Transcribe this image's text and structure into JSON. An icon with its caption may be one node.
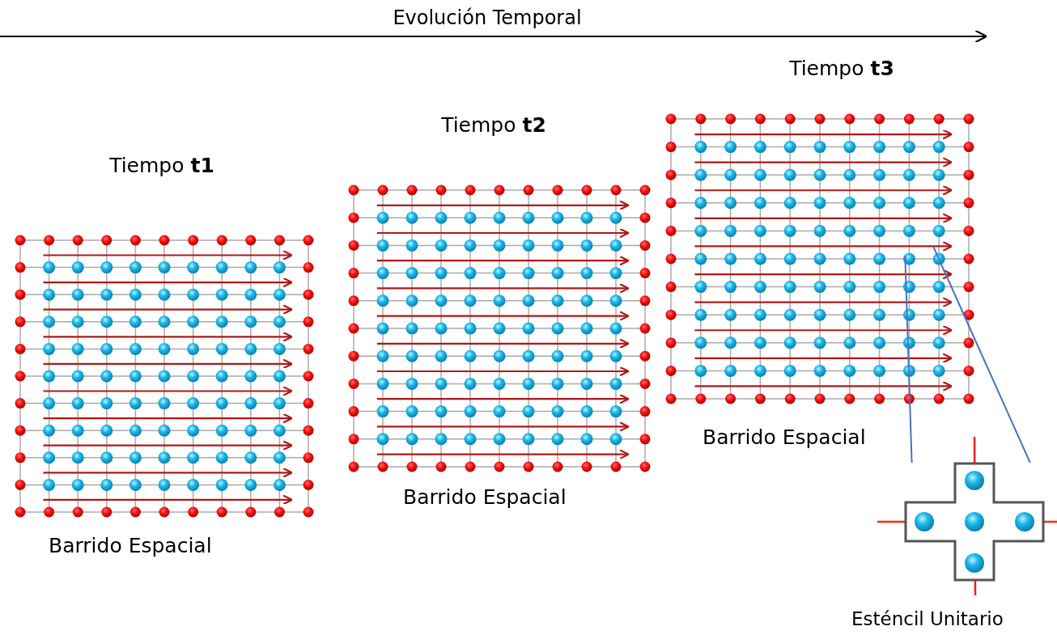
{
  "diagram": {
    "nodes": [
      {
        "text": [
          "Tiempo **t1**"
        ],
        "beside": [
          "Barrido Espacial"
        ]
      },
      {
        "text": [
          "Tiempo **t2**"
        ],
        "beside": [
          "Barrido Espacial"
        ]
      },
      {
        "text": [
          "Tiempo **t3**"
        ],
        "beside": [
          "Barrido Espacial"
        ]
      },
      {
        "text": [],
        "shape": "cross",
        "beside": [
          "Esténcil Unitario"
        ]
      }
    ],
    "edges": [
      {
        "from": 2,
        "to": 3,
        "arrow": "none"
      },
      {
        "from": 2,
        "to": 3,
        "arrow": "none"
      }
    ],
    "labels": [
      "Evolución Temporal"
    ]
  }
}
